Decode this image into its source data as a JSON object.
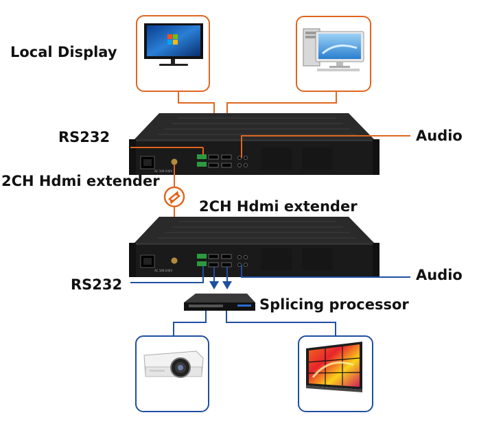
{
  "labels": {
    "local_display": "Local Display",
    "rs232_top": "RS232",
    "audio_top": "Audio",
    "extender_left": "2CH Hdmi extender",
    "extender_center": "2CH Hdmi extender",
    "rs232_bottom": "RS232",
    "audio_bottom": "Audio",
    "splicing_processor": "Splicing processor"
  },
  "device_text": {
    "power_label": "AC 100-240V"
  },
  "colors": {
    "orange_line": "#e0651e",
    "blue_line": "#1f4fa0",
    "chassis": "#1c1c1c"
  },
  "icons": [
    "monitor-icon",
    "desktop-pc-icon",
    "power-connector-icon",
    "network-link-icon",
    "projector-icon",
    "video-wall-icon",
    "splicing-processor-icon"
  ]
}
